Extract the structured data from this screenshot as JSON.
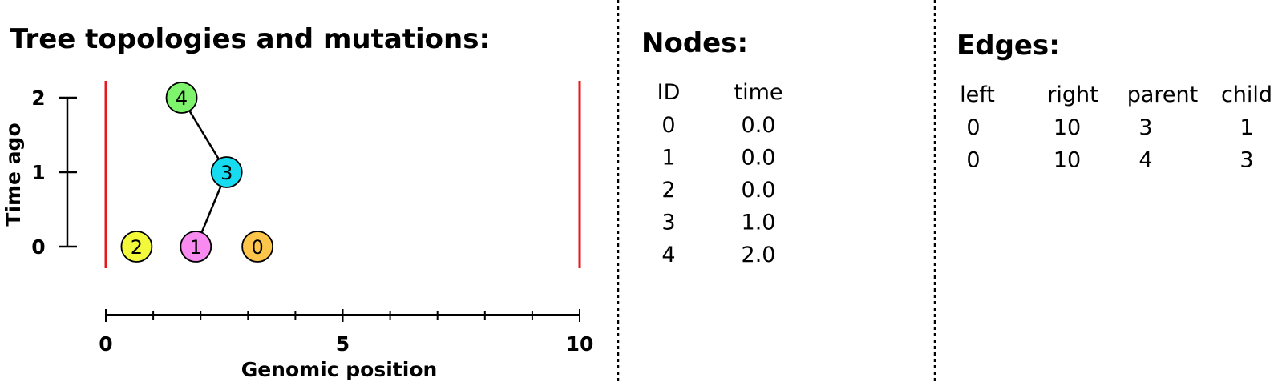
{
  "tree_panel": {
    "title": "Tree topologies and mutations:",
    "y_axis": {
      "label": "Time ago",
      "ticks": [
        "0",
        "1",
        "2"
      ]
    },
    "x_axis": {
      "label": "Genomic position",
      "ticks": [
        "0",
        "5",
        "10"
      ],
      "range": [
        0,
        10
      ]
    },
    "breakpoints": [
      0,
      10
    ],
    "breakpoint_color": "#e41a1c",
    "nodes": [
      {
        "id": "0",
        "time": 0,
        "x": 3.2,
        "color": "#fdc54a"
      },
      {
        "id": "1",
        "time": 0,
        "x": 1.9,
        "color": "#f98af0"
      },
      {
        "id": "2",
        "time": 0,
        "x": 0.65,
        "color": "#f2f83a"
      },
      {
        "id": "3",
        "time": 1,
        "x": 2.55,
        "color": "#17dbf1"
      },
      {
        "id": "4",
        "time": 2,
        "x": 1.6,
        "color": "#7ef36c"
      }
    ],
    "edges": [
      {
        "parent": "4",
        "child": "3"
      },
      {
        "parent": "3",
        "child": "1"
      }
    ]
  },
  "nodes_table": {
    "title": "Nodes:",
    "headers": [
      "ID",
      "time"
    ],
    "rows": [
      [
        "0",
        "0.0"
      ],
      [
        "1",
        "0.0"
      ],
      [
        "2",
        "0.0"
      ],
      [
        "3",
        "1.0"
      ],
      [
        "4",
        "2.0"
      ]
    ]
  },
  "edges_table": {
    "title": "Edges:",
    "headers": [
      "left",
      "right",
      "parent",
      "child"
    ],
    "rows": [
      [
        "0",
        "10",
        "3",
        "1"
      ],
      [
        "0",
        "10",
        "4",
        "3"
      ]
    ]
  }
}
